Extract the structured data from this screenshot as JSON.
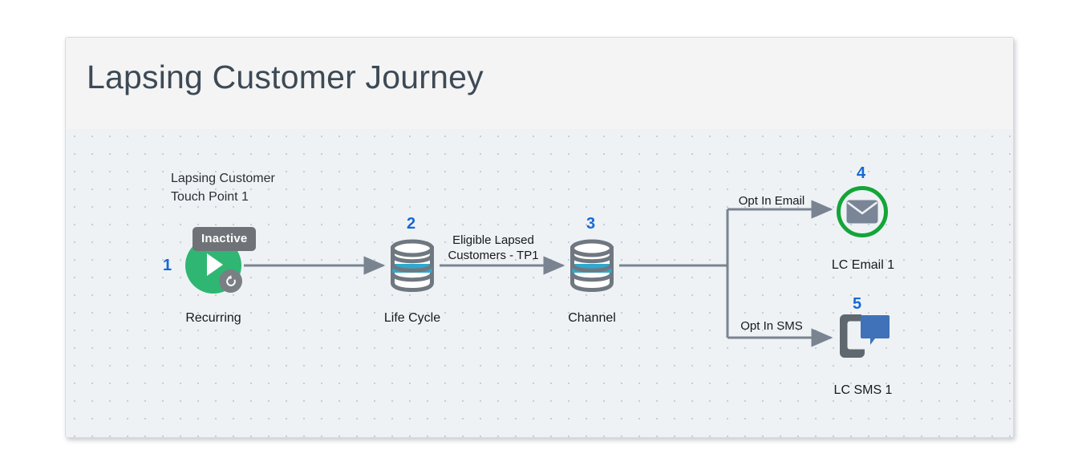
{
  "card": {
    "title": "Lapsing Customer Journey"
  },
  "annotations": {
    "touch_point_note": "Lapsing Customer\nTouch Point 1"
  },
  "status_chip": {
    "label": "Inactive"
  },
  "nodes": [
    {
      "number": "1",
      "label": "Recurring",
      "icon": "play-circle-icon",
      "badge": "recurring-refresh-icon",
      "color": "#2fb673"
    },
    {
      "number": "2",
      "label": "Life Cycle",
      "icon": "database-icon",
      "color": "#31a8cd"
    },
    {
      "number": "3",
      "label": "Channel",
      "icon": "database-icon",
      "color": "#31a8cd"
    },
    {
      "number": "4",
      "label": "LC Email 1",
      "icon": "envelope-circle-icon",
      "color": "#13a538"
    },
    {
      "number": "5",
      "label": "LC SMS 1",
      "icon": "sms-phone-icon",
      "color": "#3f72b8"
    }
  ],
  "edges": [
    {
      "label": ""
    },
    {
      "label": "Eligible Lapsed\nCustomers - TP1"
    },
    {
      "label": ""
    },
    {
      "label": "Opt In Email"
    },
    {
      "label": "Opt In SMS"
    }
  ],
  "colors": {
    "accent_number": "#1669d6",
    "wire": "#7a8491",
    "canvas_bg": "#eef2f5",
    "header_bg": "#f4f4f4",
    "title_text": "#3d4a56",
    "chip_bg": "#6f7377",
    "db_band": "#31a8cd",
    "green": "#2fb673",
    "email_ring": "#13a538",
    "sms_bubble": "#3f72b8",
    "sms_phone": "#5f686f"
  }
}
